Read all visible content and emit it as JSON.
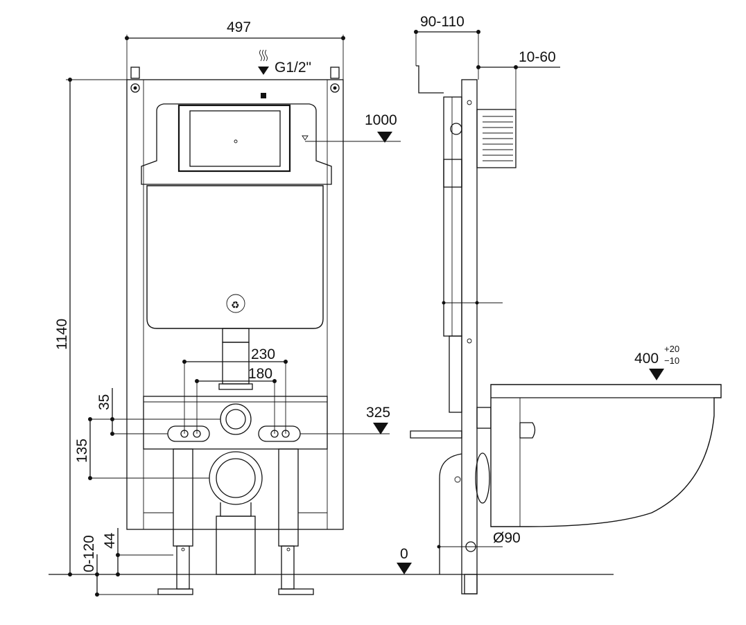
{
  "front_view": {
    "width_label": "497",
    "inlet_label": "G1/2\"",
    "height_label": "1140",
    "actuation_height_label": "1000",
    "bolt_spacing_outer_label": "230",
    "bolt_spacing_inner_label": "180",
    "bolt_offset_label": "35",
    "outlet_height_label": "135",
    "axis_height_label": "325",
    "foot_label": "44",
    "adjust_label": "0-120"
  },
  "side_view": {
    "depth_label": "90-110",
    "wall_label": "10-60",
    "bowl_height_label": "400",
    "bowl_tol_plus": "+20",
    "bowl_tol_minus": "−10",
    "drain_label": "Ø90",
    "floor_label": "0"
  }
}
